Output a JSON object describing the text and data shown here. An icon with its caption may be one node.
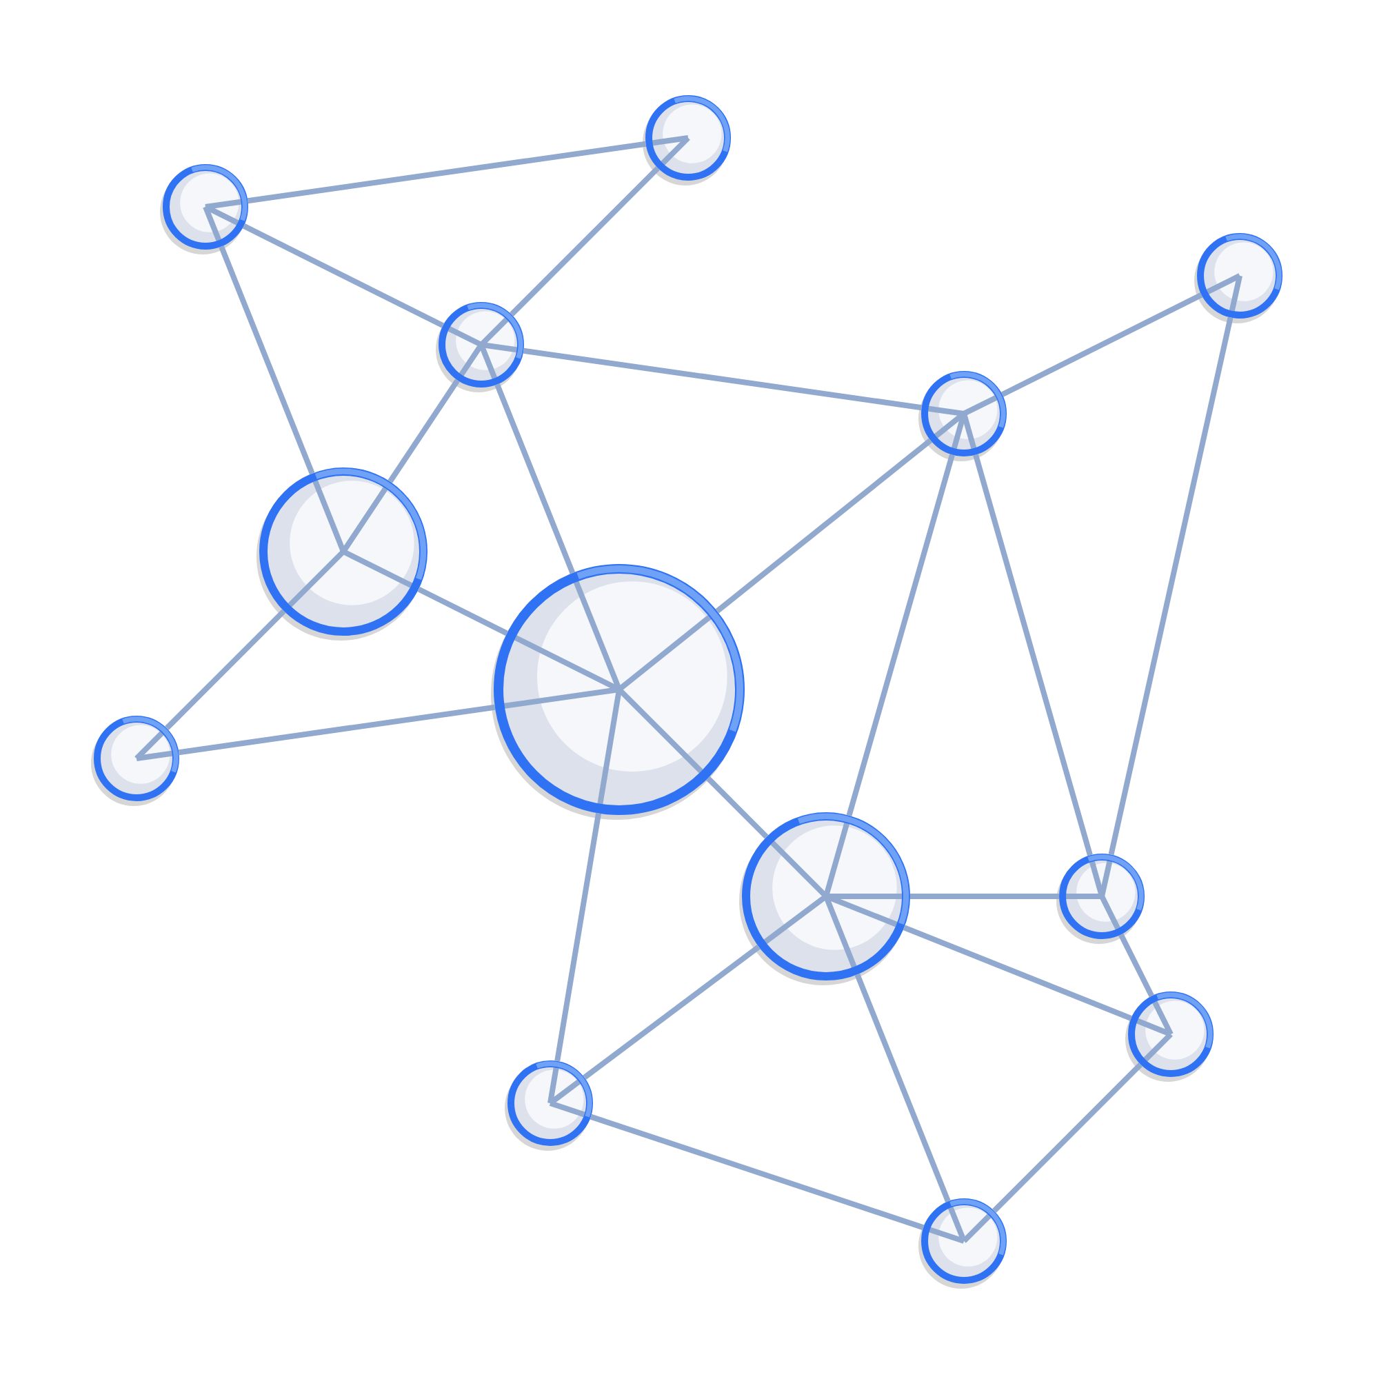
{
  "diagram": {
    "nodes": [
      {
        "text": [],
        "shape": "circle"
      },
      {
        "text": [],
        "shape": "circle"
      },
      {
        "text": [],
        "shape": "circle"
      },
      {
        "text": [],
        "shape": "circle"
      },
      {
        "text": [],
        "shape": "circle"
      },
      {
        "text": [],
        "shape": "circle"
      },
      {
        "text": [],
        "shape": "circle"
      },
      {
        "text": [],
        "shape": "circle"
      },
      {
        "text": [],
        "shape": "circle"
      },
      {
        "text": [],
        "shape": "circle"
      },
      {
        "text": [],
        "shape": "circle"
      },
      {
        "text": [],
        "shape": "circle"
      },
      {
        "text": [],
        "shape": "circle"
      }
    ],
    "edges": [
      {
        "from": 1,
        "to": 0,
        "arrow": "none"
      },
      {
        "from": 0,
        "to": 3,
        "arrow": "none"
      },
      {
        "from": 1,
        "to": 3,
        "arrow": "none"
      },
      {
        "from": 1,
        "to": 5,
        "arrow": "none"
      },
      {
        "from": 3,
        "to": 5,
        "arrow": "none"
      },
      {
        "from": 3,
        "to": 4,
        "arrow": "none"
      },
      {
        "from": 3,
        "to": 6,
        "arrow": "none"
      },
      {
        "from": 4,
        "to": 2,
        "arrow": "none"
      },
      {
        "from": 2,
        "to": 9,
        "arrow": "none"
      },
      {
        "from": 4,
        "to": 6,
        "arrow": "none"
      },
      {
        "from": 4,
        "to": 8,
        "arrow": "none"
      },
      {
        "from": 4,
        "to": 9,
        "arrow": "none"
      },
      {
        "from": 5,
        "to": 7,
        "arrow": "none"
      },
      {
        "from": 5,
        "to": 6,
        "arrow": "none"
      },
      {
        "from": 7,
        "to": 6,
        "arrow": "none"
      },
      {
        "from": 6,
        "to": 8,
        "arrow": "none"
      },
      {
        "from": 6,
        "to": 11,
        "arrow": "none"
      },
      {
        "from": 8,
        "to": 9,
        "arrow": "none"
      },
      {
        "from": 8,
        "to": 10,
        "arrow": "none"
      },
      {
        "from": 9,
        "to": 10,
        "arrow": "none"
      },
      {
        "from": 8,
        "to": 11,
        "arrow": "none"
      },
      {
        "from": 8,
        "to": 12,
        "arrow": "none"
      },
      {
        "from": 11,
        "to": 12,
        "arrow": "none"
      },
      {
        "from": 10,
        "to": 12,
        "arrow": "none"
      }
    ]
  }
}
